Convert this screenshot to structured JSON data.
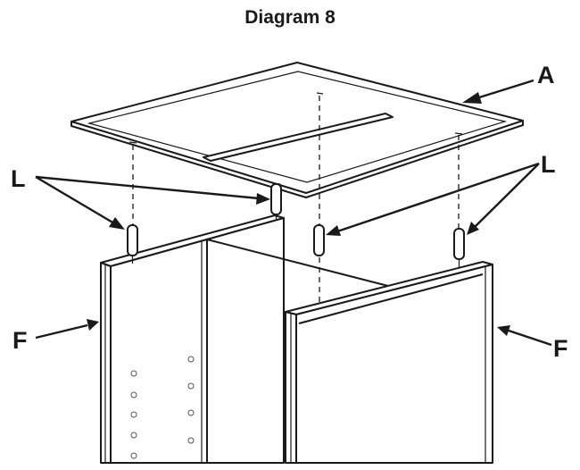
{
  "diagram": {
    "title": "Diagram 8",
    "labels": {
      "top_panel": "A",
      "side_panel": "F",
      "connector": "L"
    }
  }
}
